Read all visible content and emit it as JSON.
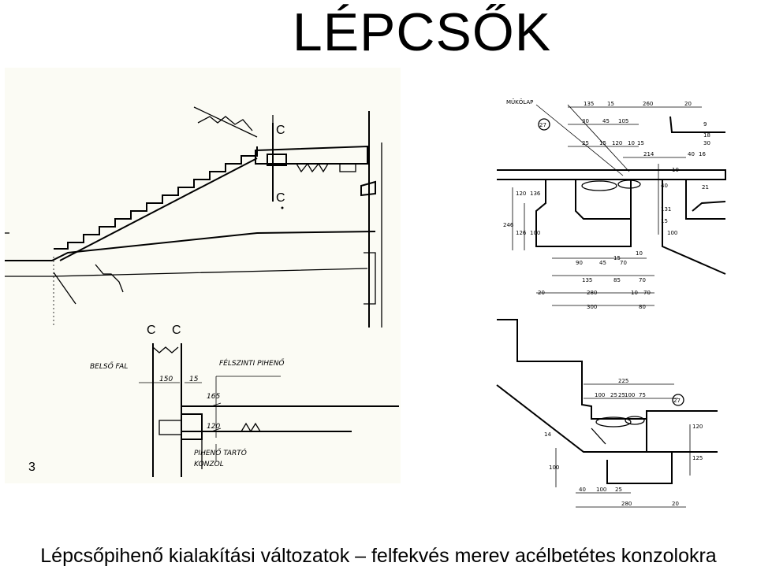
{
  "title": "LÉPCSŐK",
  "caption": "Lépcsőpihenő kialakítási változatok – felfekvés merev acélbetétes konzolokra",
  "left": {
    "figure_number": "3",
    "label_c": "C",
    "label_belso_fal": "BELSŐ FAL",
    "label_felszinti": "FÉLSZINTI PIHENŐ",
    "label_piheno_tarto": "PIHENŐ TARTÓ",
    "label_konzol": "KONZOL",
    "dim_150": "150",
    "dim_15": "15",
    "dim_165": "165",
    "dim_120": "120"
  },
  "right_top": {
    "label_mukolap": "MŰKŐLAP",
    "marker": "27",
    "d_135": "135",
    "d_15a": "15",
    "d_260": "260",
    "d_20a": "20",
    "d_30": "30",
    "d_45": "45",
    "d_105": "105",
    "d_25": "25",
    "d_15b": "15",
    "d_120": "120",
    "d_10": "10",
    "d_15c": "15",
    "d_214": "214",
    "d_40": "40",
    "d_16": "16",
    "d_9": "9",
    "d_18": "18",
    "d_30b": "30",
    "v_246": "246",
    "v_120": "120",
    "v_126": "126",
    "v_100": "100",
    "v_136": "136",
    "v_40": "40",
    "v_131": "131",
    "v_15": "15",
    "v_100b": "100",
    "v_10": "10",
    "v_21": "21",
    "b_90": "90",
    "b_45": "45",
    "b_15": "15",
    "b_70": "70",
    "b_10": "10",
    "c_135": "135",
    "c_85": "85",
    "c_70": "70",
    "e_20": "20",
    "e_280": "280",
    "e_10": "10",
    "e_70": "70",
    "f_300": "300",
    "f_80": "80"
  },
  "right_bottom": {
    "marker": "27",
    "d_225": "225",
    "d_100": "100",
    "d_25a": "25",
    "d_25b": "25",
    "d_100b": "100",
    "d_75": "75",
    "v_14": "14",
    "v_100": "100",
    "v_120": "120",
    "v_125": "125",
    "b_40": "40",
    "b_100": "100",
    "b_25": "25",
    "b_280": "280",
    "b_20": "20"
  }
}
